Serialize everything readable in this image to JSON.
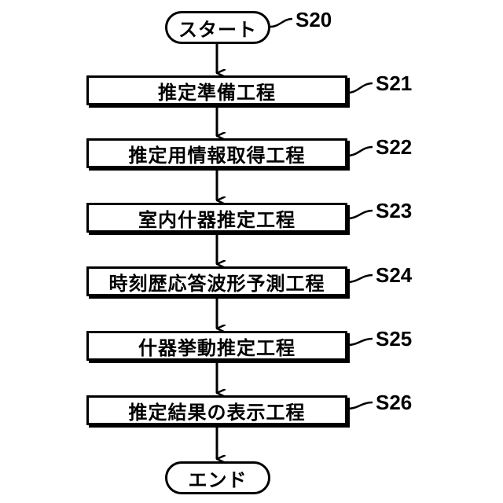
{
  "start": {
    "text": "スタート",
    "label": "S20"
  },
  "steps": [
    {
      "text": "推定準備工程",
      "label": "S21"
    },
    {
      "text": "推定用情報取得工程",
      "label": "S22"
    },
    {
      "text": "室内什器推定工程",
      "label": "S23"
    },
    {
      "text": "時刻歴応答波形予測工程",
      "label": "S24"
    },
    {
      "text": "什器挙動推定工程",
      "label": "S25"
    },
    {
      "text": "推定結果の表示工程",
      "label": "S26"
    }
  ],
  "end": {
    "text": "エンド"
  }
}
